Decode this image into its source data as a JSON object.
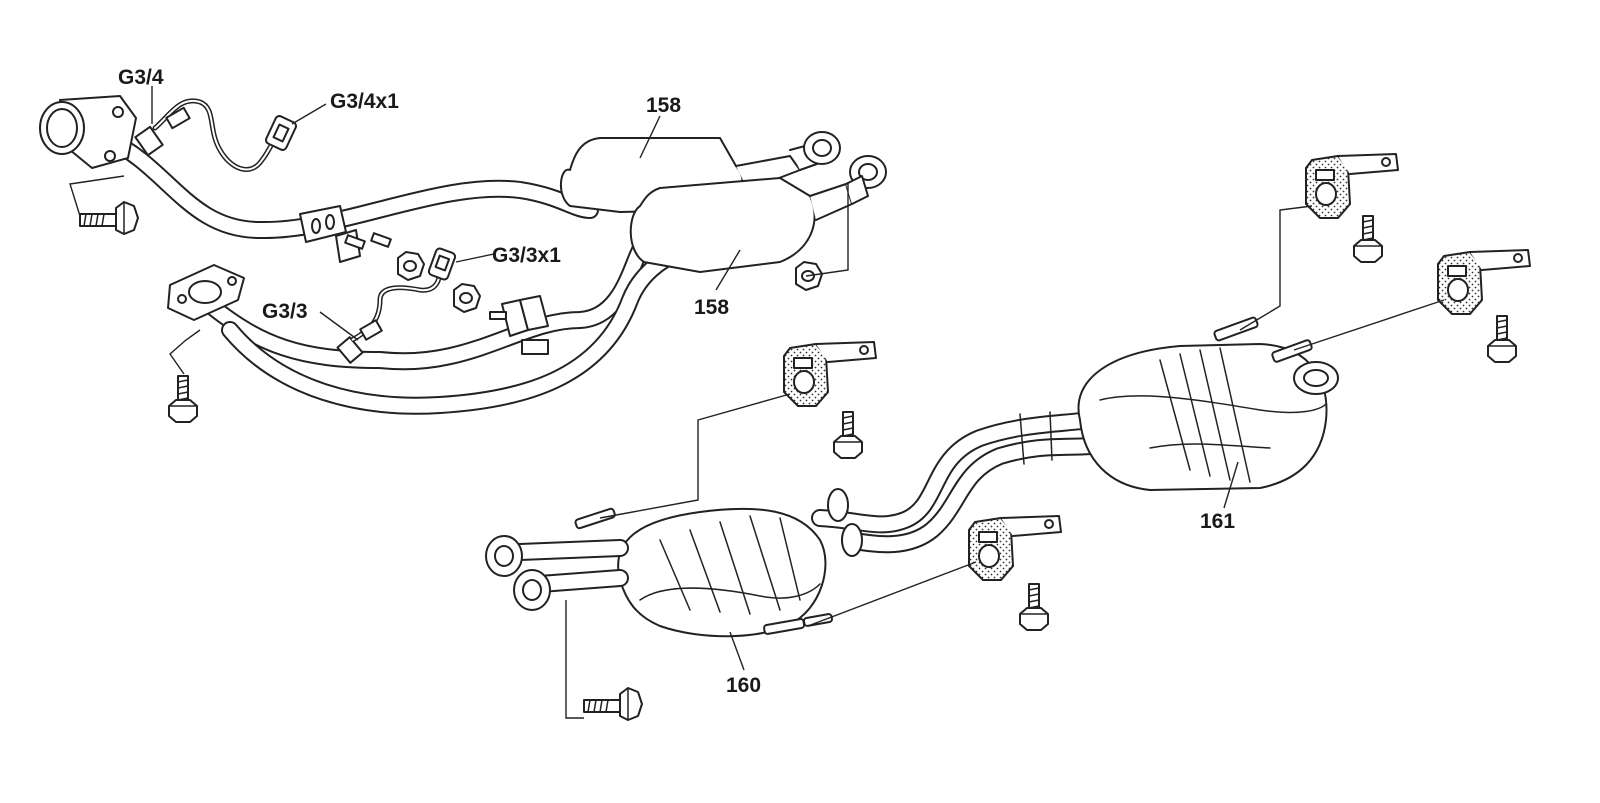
{
  "labels": {
    "g34": "G3/4",
    "g34x1": "G3/4x1",
    "g33": "G3/3",
    "g33x1": "G3/3x1",
    "cat_top": "158",
    "cat_bottom": "158",
    "front_muffler": "160",
    "rear_muffler": "161"
  },
  "icons": {
    "bolt": "hex-bolt-icon",
    "nut": "hex-nut-icon",
    "hanger": "rubber-hanger-icon",
    "sensor": "oxygen-sensor-icon"
  }
}
